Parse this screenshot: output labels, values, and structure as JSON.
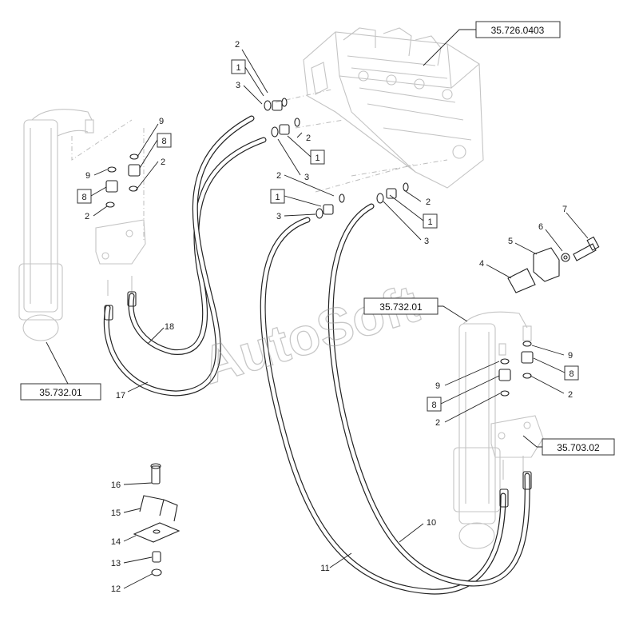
{
  "watermark": "AutoSoft",
  "references": {
    "valve": "35.726.0403",
    "left_cylinder": "35.732.01",
    "right_cylinder": "35.732.01",
    "right_block": "35.703.02"
  },
  "callouts": {
    "c1": "2",
    "c2": "1",
    "c3": "3",
    "c4": "2",
    "c5": "1",
    "c6": "3",
    "c7": "2",
    "c8": "1",
    "c9": "3",
    "c10": "2",
    "c11": "1",
    "c12": "3",
    "c13": "9",
    "c14": "8",
    "c15": "2",
    "c16": "9",
    "c17": "8",
    "c18": "2",
    "c19": "7",
    "c20": "6",
    "c21": "5",
    "c22": "4",
    "c23": "18",
    "c24": "17",
    "c25": "9",
    "c26": "8",
    "c27": "2",
    "c28": "9",
    "c29": "8",
    "c30": "2",
    "c31": "10",
    "c32": "11",
    "c33": "16",
    "c34": "15",
    "c35": "14",
    "c36": "13",
    "c37": "12"
  }
}
